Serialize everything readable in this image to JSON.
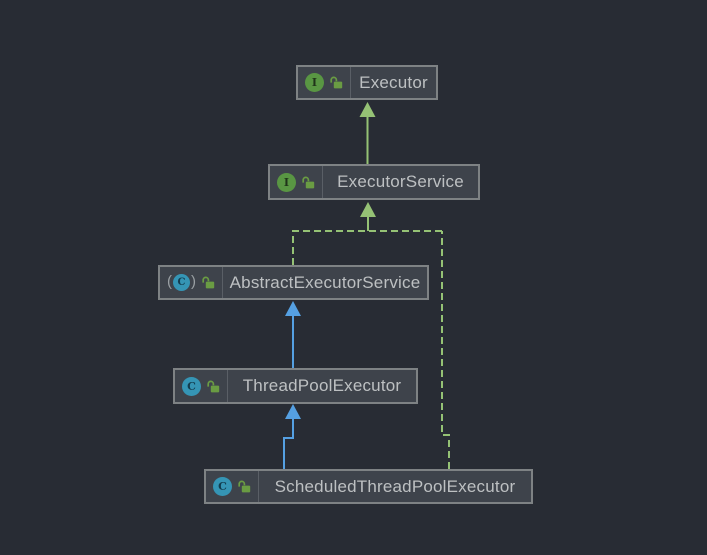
{
  "diagram": {
    "tool": "uml-class-diagram",
    "nodes": [
      {
        "id": "executor",
        "label": "Executor",
        "kind": "interface",
        "icon_letter": "I",
        "visibility": "public"
      },
      {
        "id": "executor-service",
        "label": "ExecutorService",
        "kind": "interface",
        "icon_letter": "I",
        "visibility": "public"
      },
      {
        "id": "abstract-executor-service",
        "label": "AbstractExecutorService",
        "kind": "abstract-class",
        "icon_letter": "C",
        "paren_open": "(",
        "paren_close": ")",
        "visibility": "public"
      },
      {
        "id": "thread-pool-executor",
        "label": "ThreadPoolExecutor",
        "kind": "class",
        "icon_letter": "C",
        "visibility": "public"
      },
      {
        "id": "scheduled-thread-pool-executor",
        "label": "ScheduledThreadPoolExecutor",
        "kind": "class",
        "icon_letter": "C",
        "visibility": "public"
      }
    ],
    "edges": [
      {
        "from": "ExecutorService",
        "to": "Executor",
        "type": "extends",
        "style": "solid-green-arrow"
      },
      {
        "from": "AbstractExecutorService",
        "to": "ExecutorService",
        "type": "implements",
        "style": "dashed-green-arrow"
      },
      {
        "from": "ScheduledThreadPoolExecutor",
        "to": "ExecutorService",
        "type": "implements",
        "style": "dashed-green-arrow"
      },
      {
        "from": "ThreadPoolExecutor",
        "to": "AbstractExecutorService",
        "type": "extends",
        "style": "solid-blue-arrow"
      },
      {
        "from": "ScheduledThreadPoolExecutor",
        "to": "ThreadPoolExecutor",
        "type": "extends",
        "style": "solid-blue-arrow"
      }
    ],
    "colors": {
      "background": "#282c34",
      "node_fill": "#3e434b",
      "node_border": "#7e8284",
      "label": "#bdc0c2",
      "edge_green": "#95c275",
      "edge_blue": "#55a0e2",
      "interface_icon_green": "#599643",
      "class_icon_blue": "#3595b5",
      "lock_green": "#6a9c43"
    }
  }
}
